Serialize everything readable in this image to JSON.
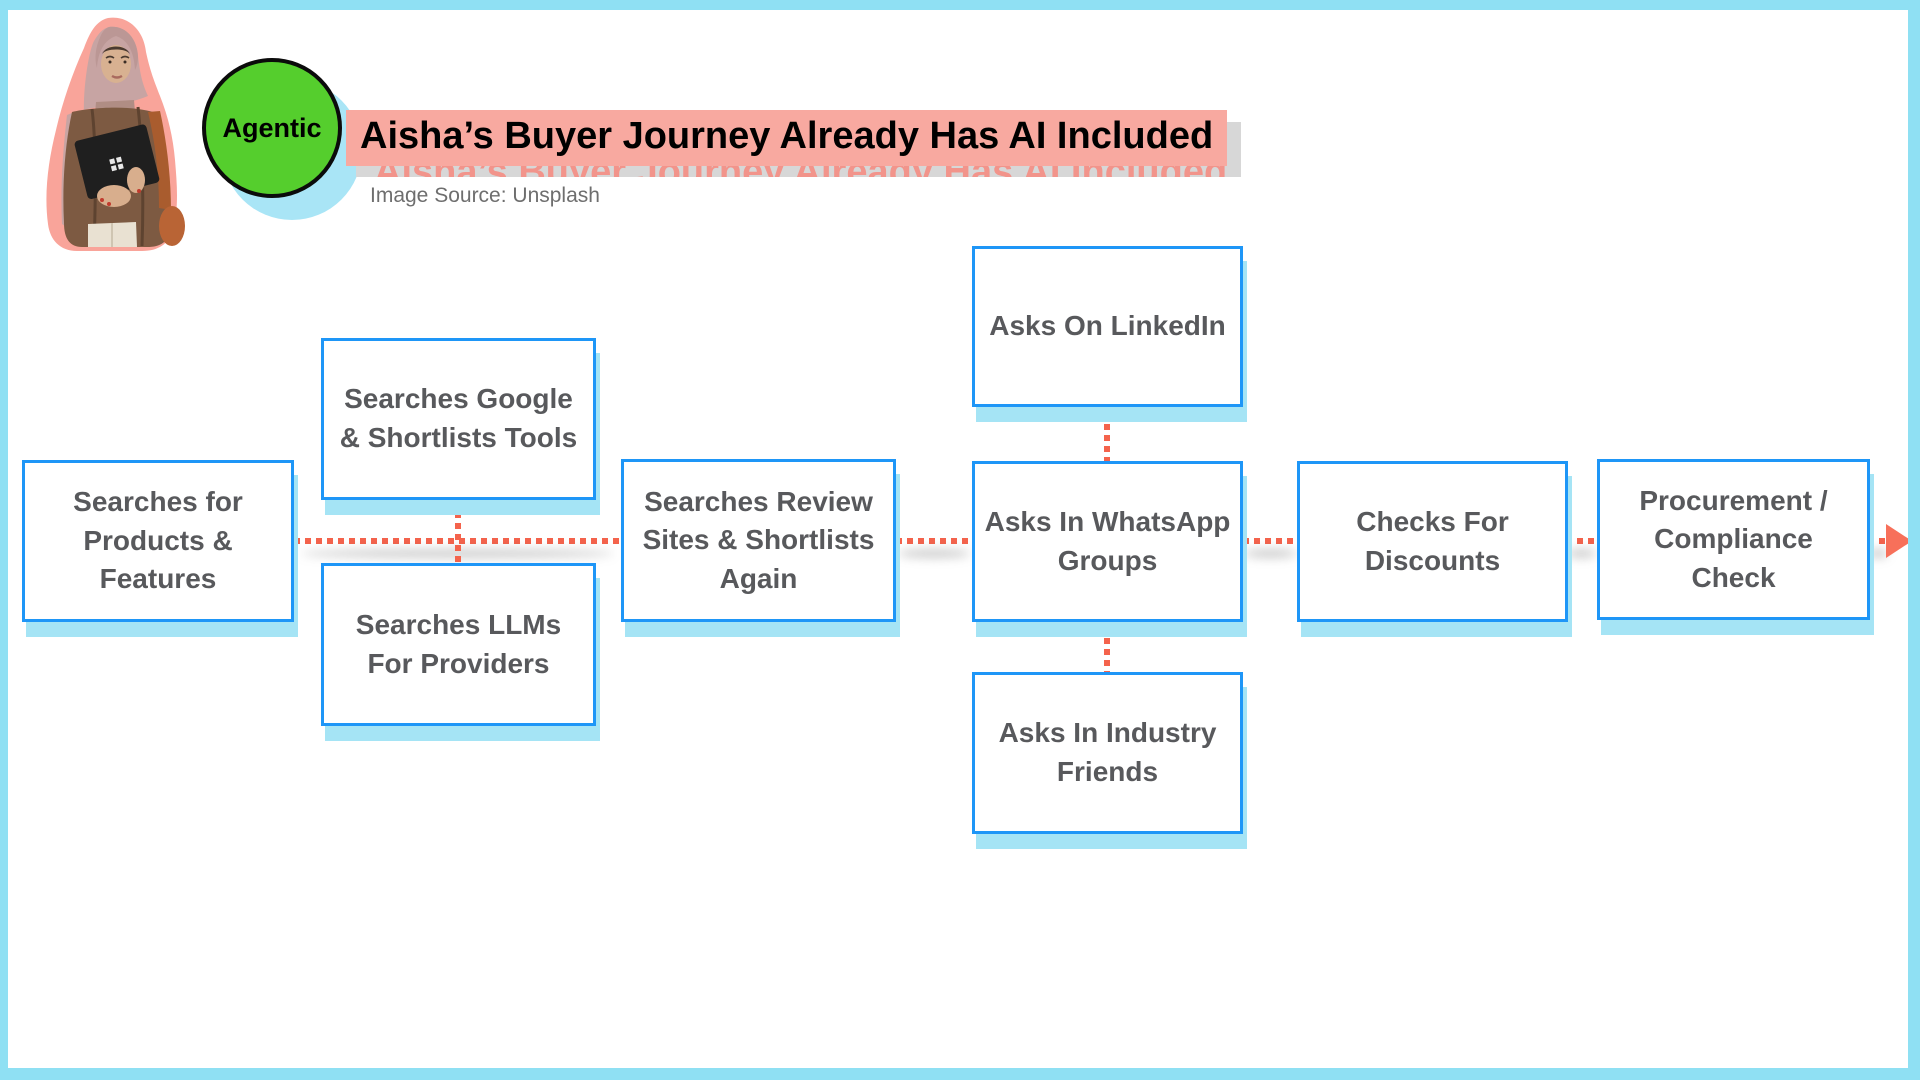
{
  "page": {
    "frame_color": "#8FE0F3",
    "background": "#FFFFFF"
  },
  "header": {
    "badge_label": "Agentic",
    "badge_color": "#55CE2D",
    "title": "Aisha’s Buyer Journey Already Has AI Included",
    "title_highlight_color": "#F8A9A0",
    "title_shadow_bar_color": "#D7D7D7",
    "image_credit": "Image Source: Unsplash"
  },
  "flow": {
    "connector_style": "dotted",
    "connector_color": "#F4634C",
    "node_border_color": "#1E96F7",
    "node_shadow_color": "#A5E4F5",
    "node_text_color": "#58595C",
    "nodes": [
      {
        "id": "searches-products",
        "label": "Searches for\nProducts &\nFeatures"
      },
      {
        "id": "searches-google",
        "label": "Searches Google\n& Shortlists Tools"
      },
      {
        "id": "searches-llms",
        "label": "Searches LLMs\nFor Providers"
      },
      {
        "id": "searches-reviews",
        "label": "Searches Review\nSites & Shortlists\nAgain"
      },
      {
        "id": "asks-linkedin",
        "label": "Asks On LinkedIn"
      },
      {
        "id": "asks-whatsapp",
        "label": "Asks In WhatsApp\nGroups"
      },
      {
        "id": "asks-industry",
        "label": "Asks In Industry\nFriends"
      },
      {
        "id": "checks-discounts",
        "label": "Checks For\nDiscounts"
      },
      {
        "id": "procurement",
        "label": "Procurement /\nCompliance\nCheck"
      }
    ]
  }
}
